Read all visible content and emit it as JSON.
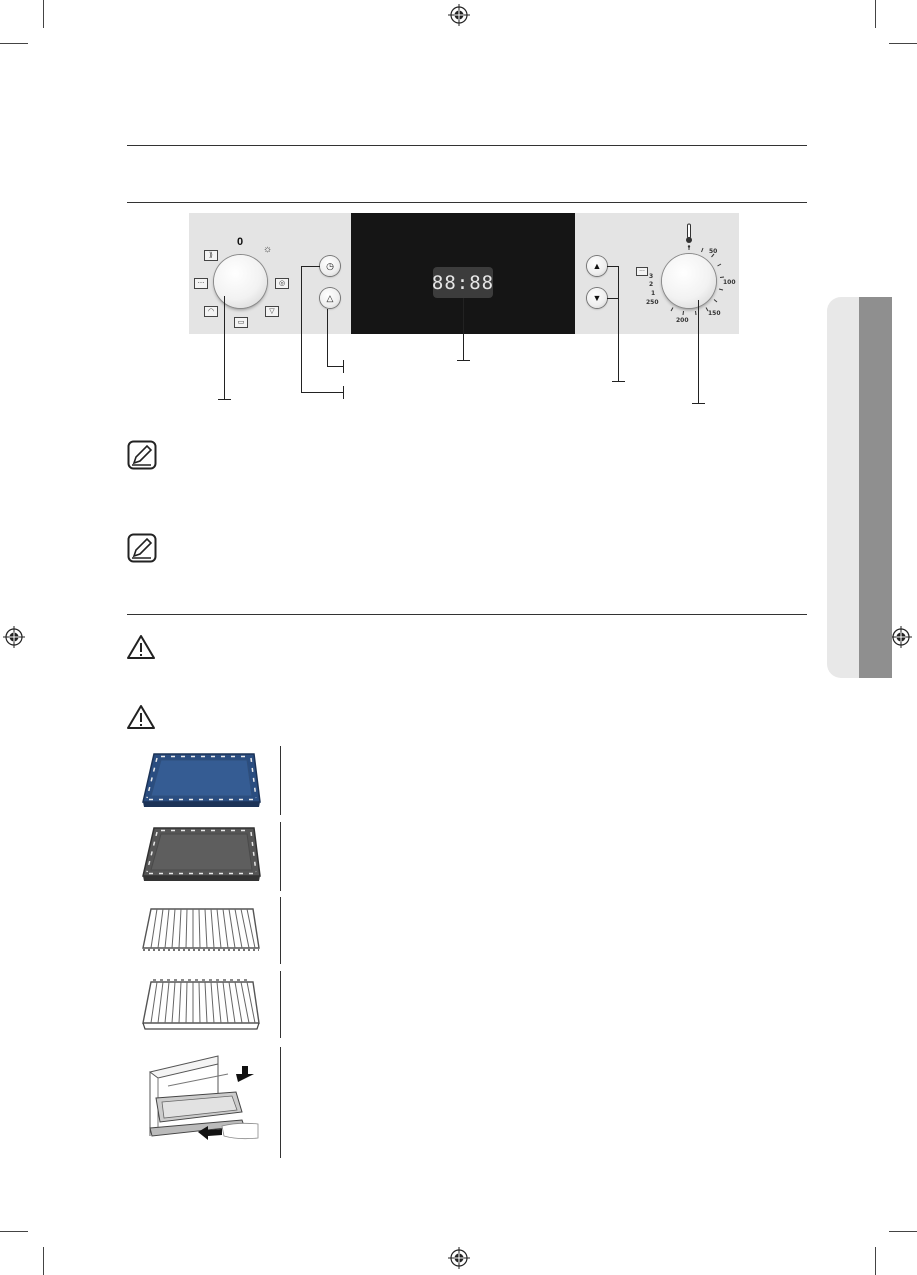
{
  "control_panel": {
    "selector_zero": "0",
    "display_value": "88:88",
    "temp_scale": [
      "50",
      "100",
      "150",
      "200",
      "250"
    ],
    "grill_levels": [
      "3",
      "2",
      "1"
    ],
    "timer_button_icon": "clock-icon",
    "cooking_button_icon": "bell-icon",
    "up_button_icon": "triangle-up-icon",
    "down_button_icon": "triangle-down-icon"
  },
  "colors": {
    "panel": "#e4e4e4",
    "display_panel": "#151515",
    "enamel_tray": "#2a4d80",
    "baking_tray": "#555555",
    "side_tab": "#8f8f8f"
  },
  "icons": {
    "note": "note-pencil-icon",
    "warning": "warning-triangle-icon",
    "registration": "crosshair-registration-icon"
  }
}
